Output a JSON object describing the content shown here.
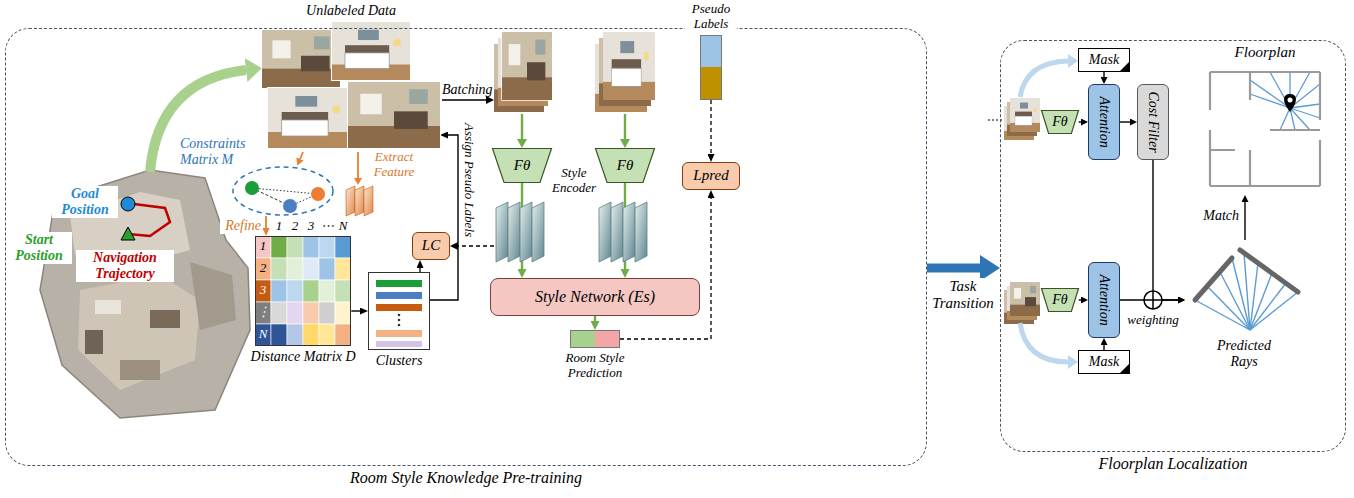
{
  "diagram": {
    "nodes": [
      {
        "text": [
          "Room Style Knowledge Pre-training"
        ]
      },
      {
        "text": [
          "Floorplan Localization"
        ]
      },
      {
        "text": [
          "Unlabeled Data"
        ],
        "in": 0
      },
      {
        "text": [
          "Fθ"
        ],
        "in": 0
      },
      {
        "text": [
          "Fθ"
        ],
        "in": 0
      },
      {
        "text": [
          "LC"
        ],
        "in": 0
      },
      {
        "text": [
          "Lpred"
        ],
        "in": 0
      },
      {
        "text": [
          "Style Network (Es)"
        ],
        "in": 0
      },
      {
        "text": [
          "Room Style Prediction"
        ],
        "in": 0
      },
      {
        "text": [
          "Pseudo Labels"
        ],
        "in": 0
      },
      {
        "text": [
          "Clusters"
        ],
        "in": 0
      },
      {
        "text": [
          "Distance Matrix D"
        ],
        "in": 0
      },
      {
        "text": [
          "Constraints Matrix M"
        ],
        "in": 0
      },
      {
        "text": [
          "Fθ"
        ],
        "in": 1
      },
      {
        "text": [
          "Mask"
        ],
        "in": 1
      },
      {
        "text": [
          "Attention"
        ],
        "in": 1
      },
      {
        "text": [
          "Cost Filter"
        ],
        "in": 1
      },
      {
        "text": [
          "Fθ"
        ],
        "in": 1
      },
      {
        "text": [
          "Attention"
        ],
        "in": 1
      },
      {
        "text": [
          "Mask"
        ],
        "in": 1
      },
      {
        "text": [
          "Floorplan"
        ],
        "in": 1
      },
      {
        "text": [
          "Predicted Rays"
        ],
        "in": 1
      }
    ],
    "edges": [
      {
        "from": 0,
        "to": 1,
        "label": "Task Transition",
        "arrow": "to"
      },
      {
        "from": 11,
        "to": 10,
        "arrow": "to"
      },
      {
        "from": 10,
        "to": 2,
        "label": "Assign Pseudo Labels",
        "arrow": "to"
      },
      {
        "from": 12,
        "to": 11,
        "label": "Refine",
        "arrow": "to"
      },
      {
        "from": 3,
        "to": 7,
        "arrow": "to"
      },
      {
        "from": 4,
        "to": 7,
        "arrow": "to"
      },
      {
        "from": 7,
        "to": 8,
        "arrow": "to"
      },
      {
        "from": 10,
        "to": 5,
        "arrow": "to"
      },
      {
        "from": 8,
        "to": 6,
        "arrow": "to"
      },
      {
        "from": 9,
        "to": 6,
        "arrow": "to"
      },
      {
        "from": 13,
        "to": 15,
        "arrow": "to"
      },
      {
        "from": 14,
        "to": 15,
        "arrow": "to"
      },
      {
        "from": 15,
        "to": 16,
        "arrow": "to"
      },
      {
        "from": 16,
        "to": 21,
        "arrow": "to"
      },
      {
        "from": 17,
        "to": 18,
        "arrow": "to"
      },
      {
        "from": 19,
        "to": 18,
        "arrow": "to"
      },
      {
        "from": 18,
        "to": 21,
        "label": "weighting",
        "arrow": "to"
      },
      {
        "from": 21,
        "to": 20,
        "label": "Match",
        "arrow": "to"
      }
    ],
    "labels": [
      "Batching",
      "Style Encoder",
      "Goal Position",
      "Start Position",
      "Navigation Trajectory",
      "Extract Feature",
      "1",
      "2",
      "3",
      "⋯",
      "N",
      "1",
      "2",
      "3",
      "⋮",
      "N"
    ]
  }
}
